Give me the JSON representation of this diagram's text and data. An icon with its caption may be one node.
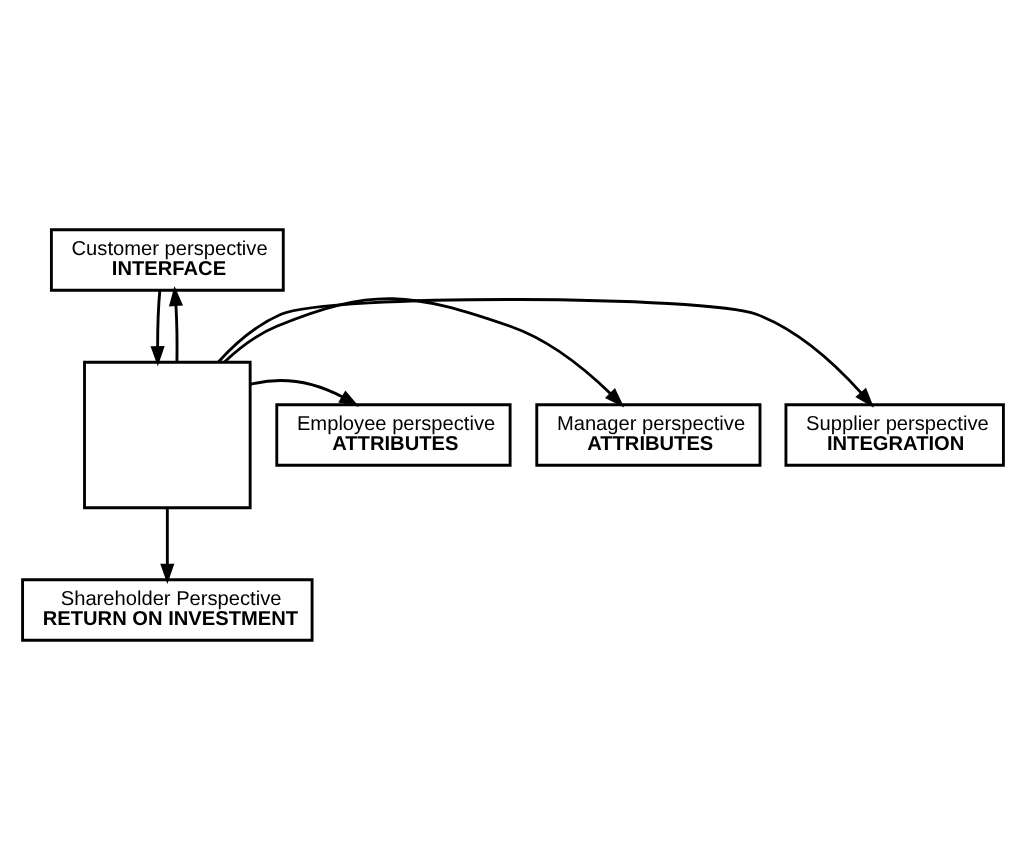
{
  "diagram": {
    "nodes": [
      {
        "text": [
          "Customer perspective",
          "INTERFACE"
        ]
      },
      {
        "text": [],
        "shape": "box"
      },
      {
        "text": [
          "Supplier perspective",
          "INTEGRATION"
        ]
      },
      {
        "text": [
          "Employee perspective",
          "ATTRIBUTES"
        ]
      },
      {
        "text": [
          "Manager perspective",
          "ATTRIBUTES"
        ]
      },
      {
        "text": [
          "Shareholder Perspective",
          "RETURN ON INVESTMENT"
        ]
      }
    ],
    "edges": [
      {
        "from": 1,
        "to": 0,
        "arrow": "to"
      },
      {
        "from": 1,
        "to": 5,
        "arrow": "to"
      },
      {
        "from": 1,
        "to": 2,
        "arrow": "to"
      },
      {
        "from": 1,
        "to": 3,
        "arrow": "to"
      },
      {
        "from": 0,
        "to": 1,
        "arrow": "to"
      },
      {
        "from": 1,
        "to": 4,
        "arrow": "to"
      }
    ]
  }
}
